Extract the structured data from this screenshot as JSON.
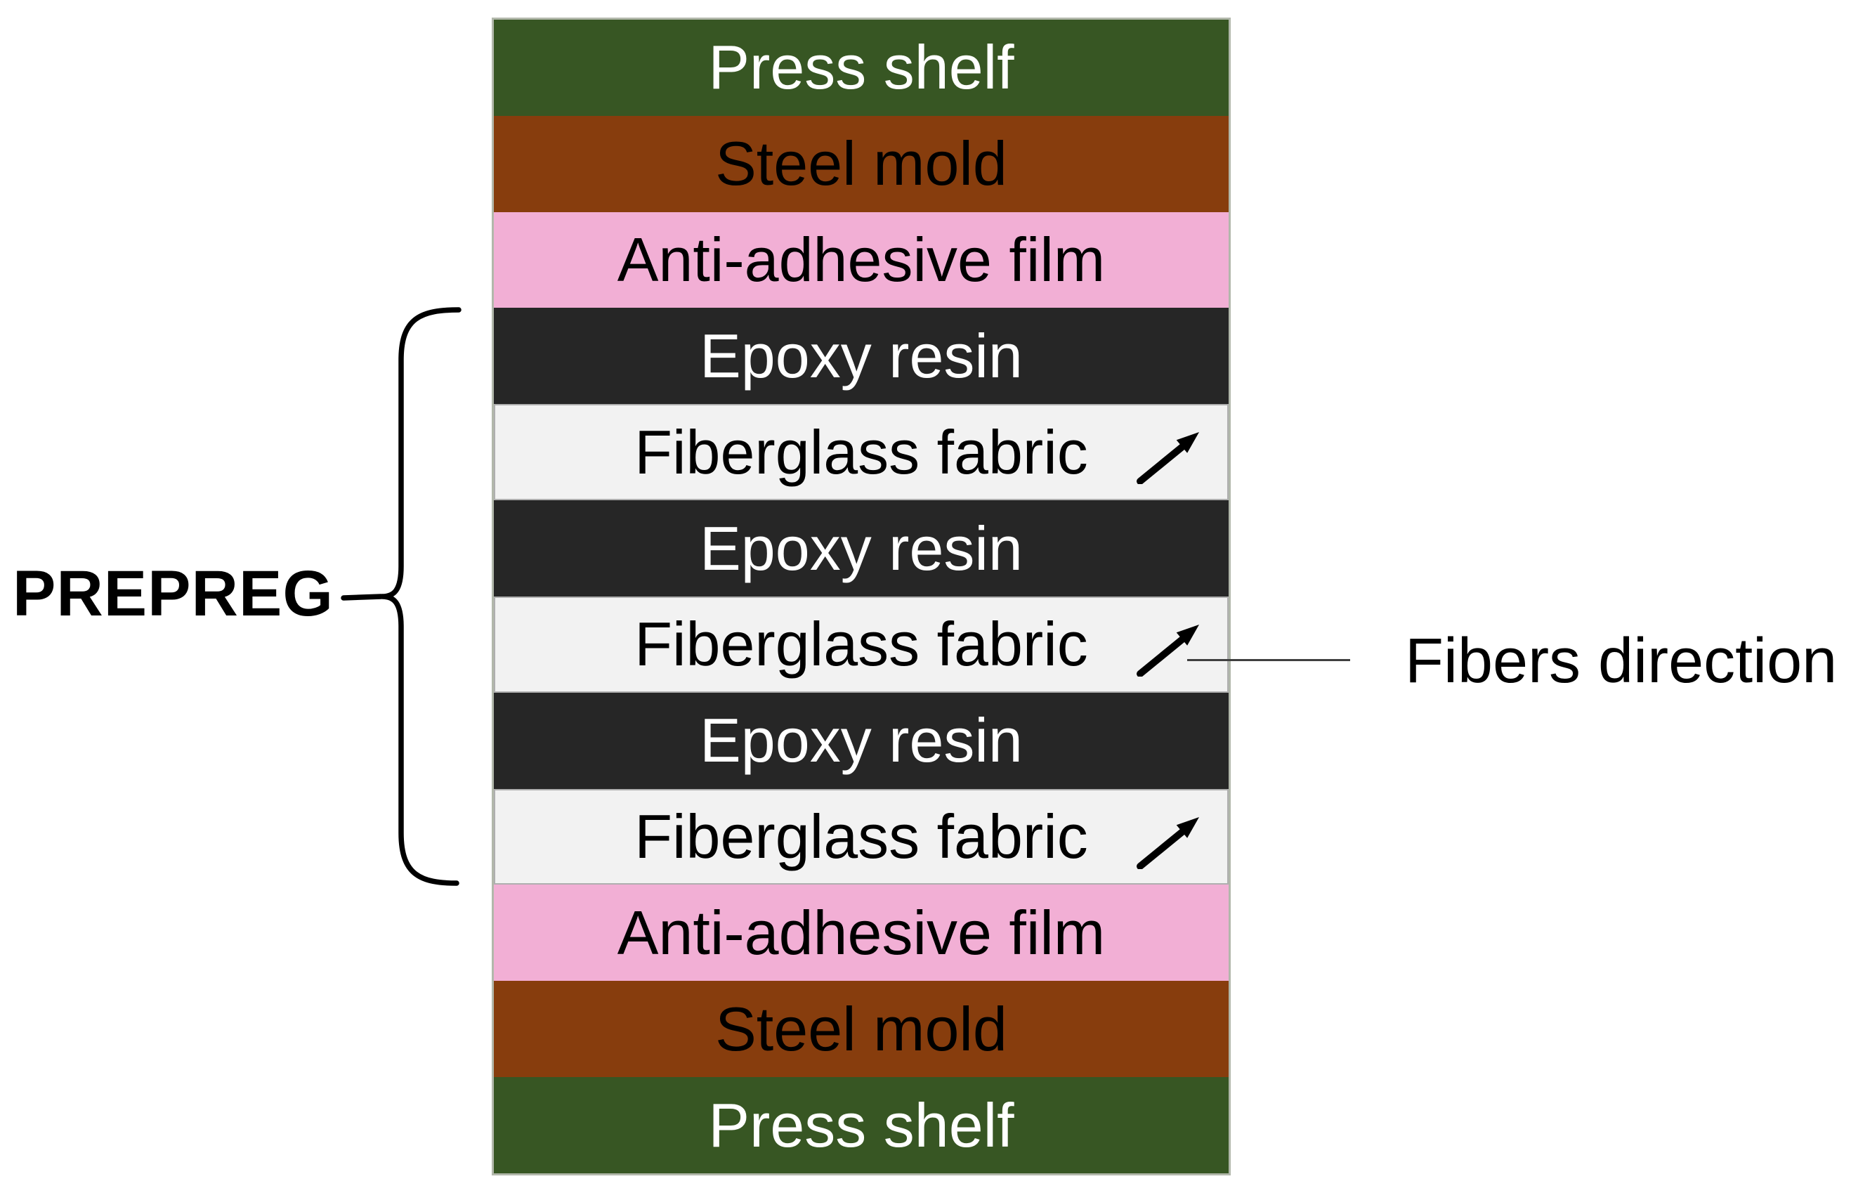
{
  "annotations": {
    "prepreg": "PREPREG",
    "fibers_direction": "Fibers direction"
  },
  "icons": {
    "fiber_arrow": "up-right-arrow-icon"
  },
  "colors": {
    "press_shelf_green": "#375623",
    "steel_mold_brown": "#873D0D",
    "anti_adhesive_pink": "#F2AFD5",
    "epoxy_dark": "#262626",
    "fiberglass_light": "#F2F2F2",
    "connector_line": "#3f3f3f",
    "brace_black": "#000000"
  },
  "stack": {
    "layers": [
      {
        "label": "Press shelf",
        "bg": "#375623",
        "text": "#ffffff",
        "arrow": false
      },
      {
        "label": "Steel mold",
        "bg": "#873D0D",
        "text": "#000000",
        "arrow": false
      },
      {
        "label": "Anti-adhesive film",
        "bg": "#F2AFD5",
        "text": "#000000",
        "arrow": false
      },
      {
        "label": "Epoxy resin",
        "bg": "#262626",
        "text": "#ffffff",
        "arrow": false
      },
      {
        "label": "Fiberglass fabric",
        "bg": "#F2F2F2",
        "text": "#000000",
        "arrow": true
      },
      {
        "label": "Epoxy resin",
        "bg": "#262626",
        "text": "#ffffff",
        "arrow": false
      },
      {
        "label": "Fiberglass fabric",
        "bg": "#F2F2F2",
        "text": "#000000",
        "arrow": true,
        "connector": true
      },
      {
        "label": "Epoxy resin",
        "bg": "#262626",
        "text": "#ffffff",
        "arrow": false
      },
      {
        "label": "Fiberglass fabric",
        "bg": "#F2F2F2",
        "text": "#000000",
        "arrow": true
      },
      {
        "label": "Anti-adhesive film",
        "bg": "#F2AFD5",
        "text": "#000000",
        "arrow": false
      },
      {
        "label": "Steel mold",
        "bg": "#873D0D",
        "text": "#000000",
        "arrow": false
      },
      {
        "label": "Press shelf",
        "bg": "#375623",
        "text": "#ffffff",
        "arrow": false
      }
    ]
  }
}
